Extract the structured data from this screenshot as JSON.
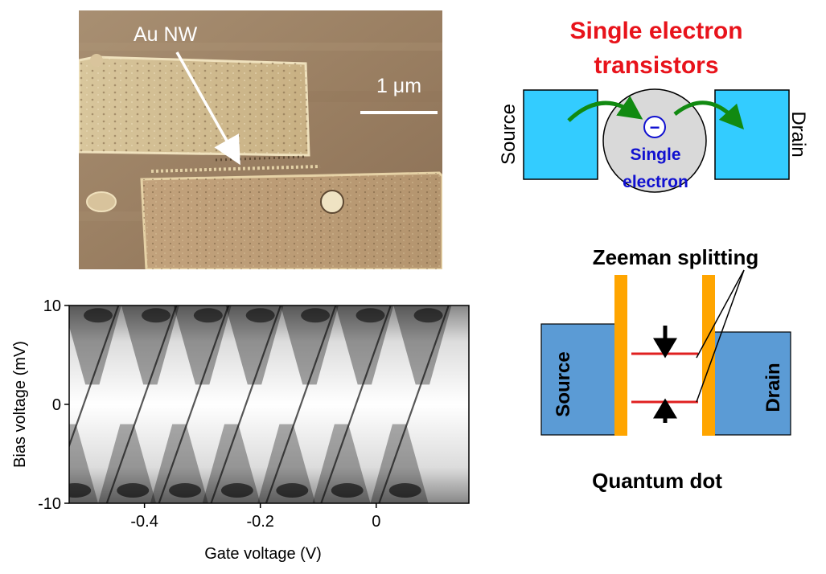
{
  "micrograph": {
    "annotation": "Au NW",
    "scale_bar_label": "1 μm"
  },
  "set_diagram": {
    "title_line1": "Single electron",
    "title_line2": "transistors",
    "source_label": "Source",
    "drain_label": "Drain",
    "electron_symbol": "−",
    "electron_line1": "Single",
    "electron_line2": "electron",
    "colors": {
      "title": "#e8131b",
      "leads": "#33ccff",
      "island": "#d9d9d9",
      "arrows": "#118a11",
      "electron_text": "#1010d0"
    }
  },
  "qd_diagram": {
    "zeeman_label": "Zeeman splitting",
    "source_label": "Source",
    "drain_label": "Drain",
    "caption": "Quantum dot",
    "colors": {
      "leads": "#5b9bd5",
      "barriers": "#ffa500",
      "levels": "#e02020"
    }
  },
  "chart_data": {
    "type": "heatmap",
    "xlabel": "Gate voltage (V)",
    "ylabel": "Bias voltage (mV)",
    "xlim": [
      -0.53,
      0.16
    ],
    "ylim": [
      -10,
      10
    ],
    "x_ticks": [
      {
        "value": -0.4,
        "label": "-0.4"
      },
      {
        "value": -0.2,
        "label": "-0.2"
      },
      {
        "value": 0,
        "label": "0"
      }
    ],
    "y_ticks": [
      {
        "value": 10,
        "label": "10"
      },
      {
        "value": 0,
        "label": "0"
      },
      {
        "value": -10,
        "label": "-10"
      }
    ],
    "colormap": "grayscale",
    "coulomb_diamond_centers_V": [
      -0.49,
      -0.39,
      -0.3,
      -0.21,
      -0.115,
      -0.02,
      0.08
    ]
  }
}
